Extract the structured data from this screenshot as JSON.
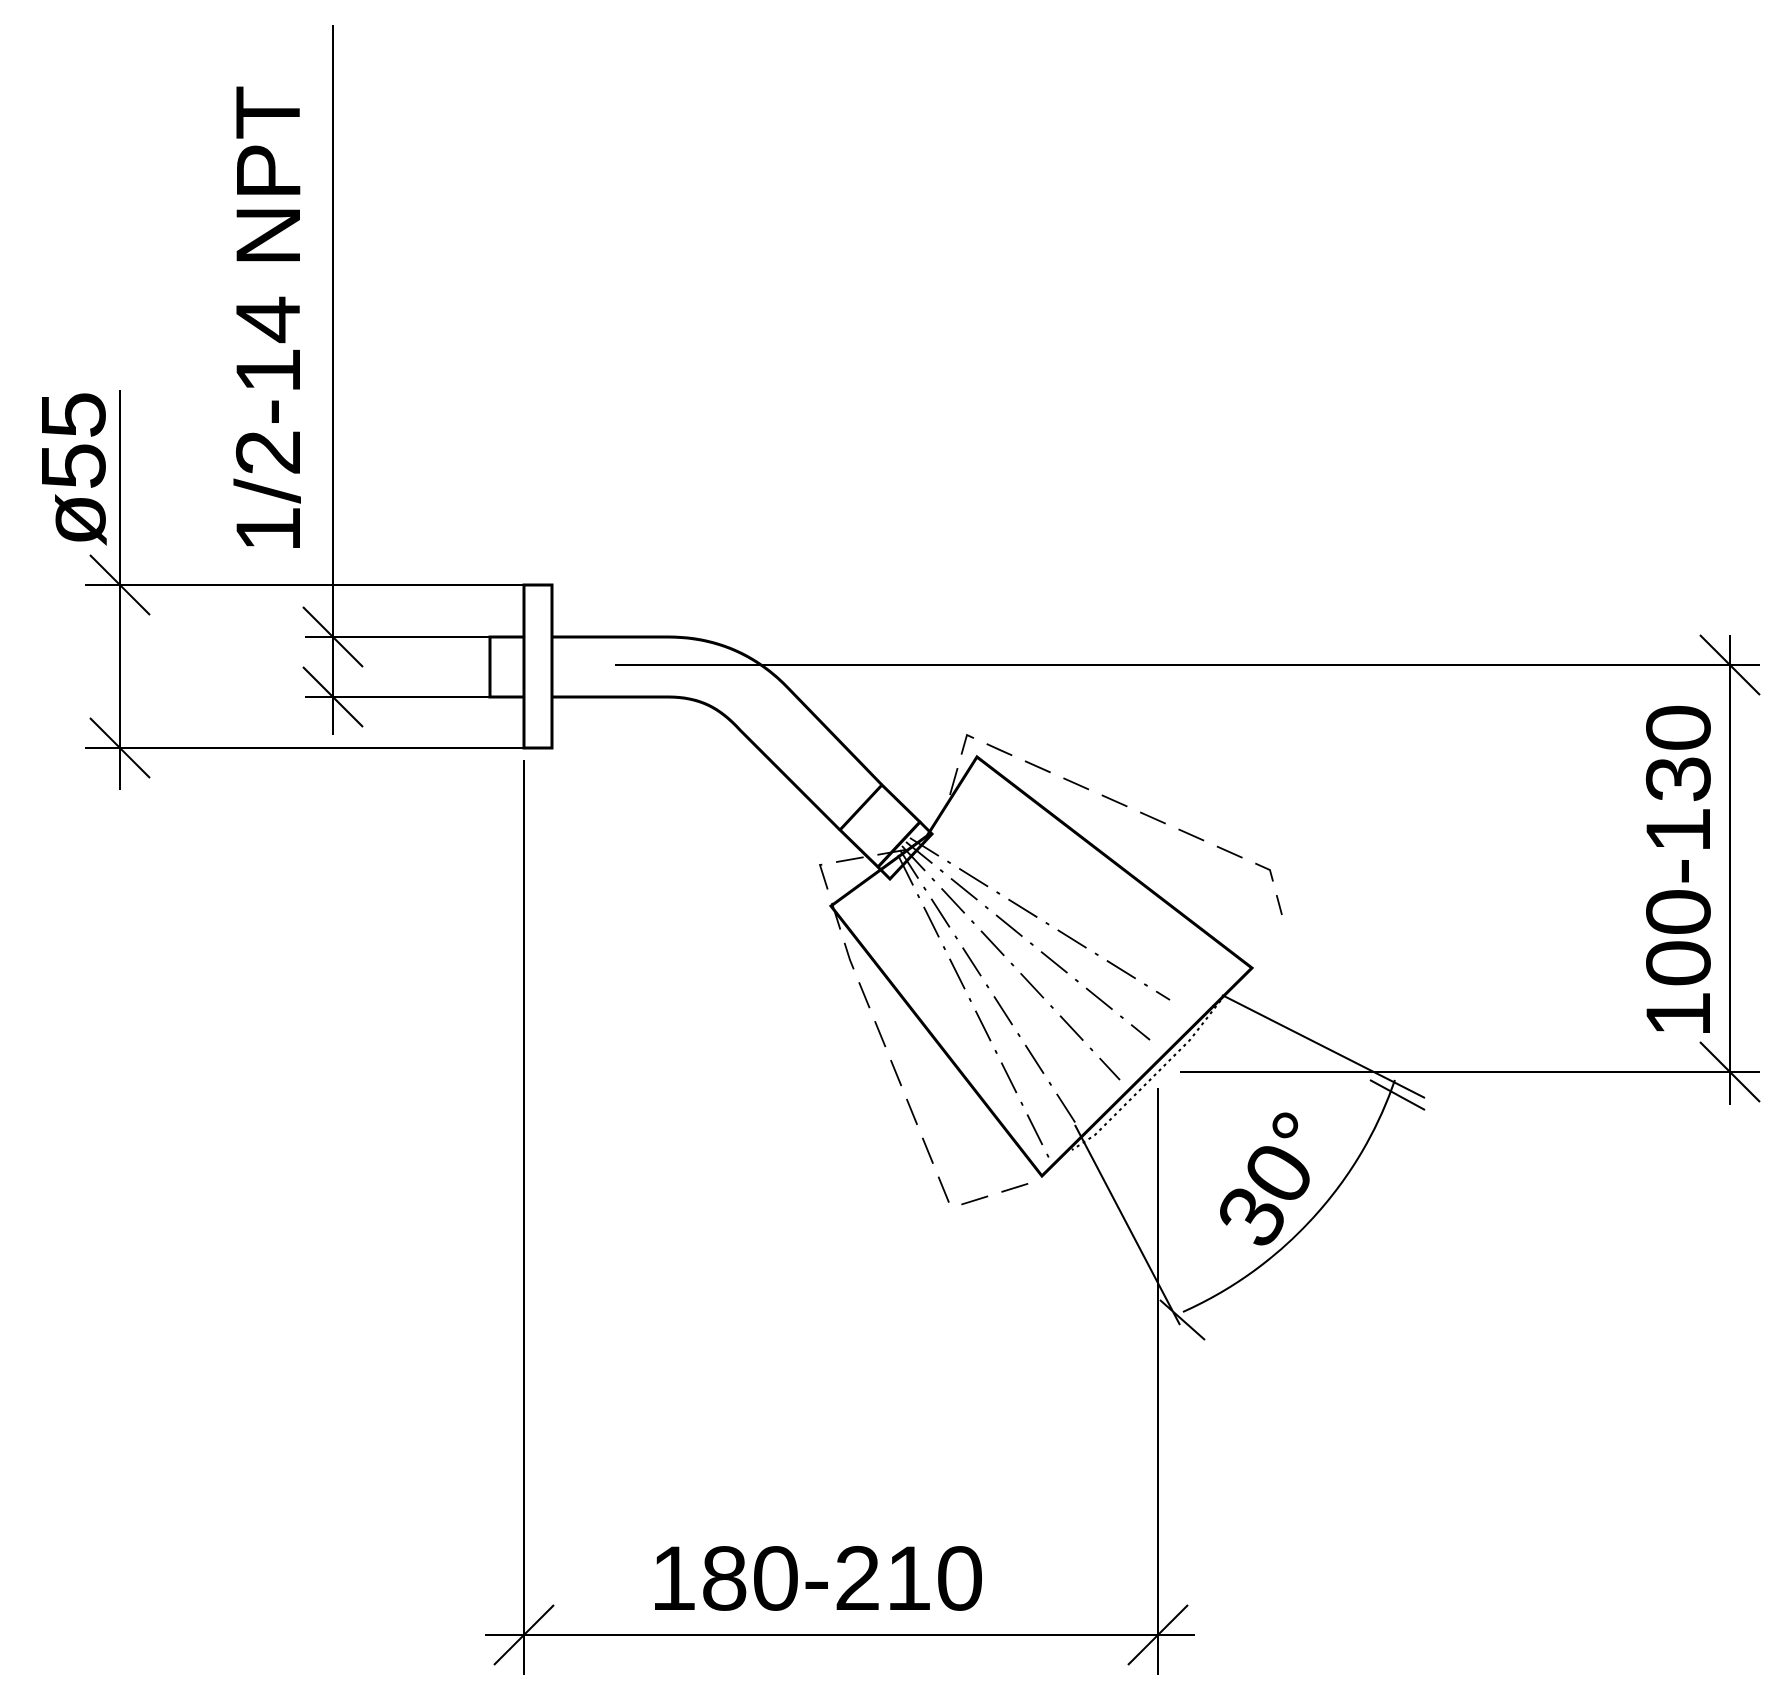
{
  "dimensions": {
    "diameter": "ø55",
    "thread": "1/2-14 NPT",
    "height": "100-130",
    "length": "180-210",
    "angle": "30°"
  }
}
